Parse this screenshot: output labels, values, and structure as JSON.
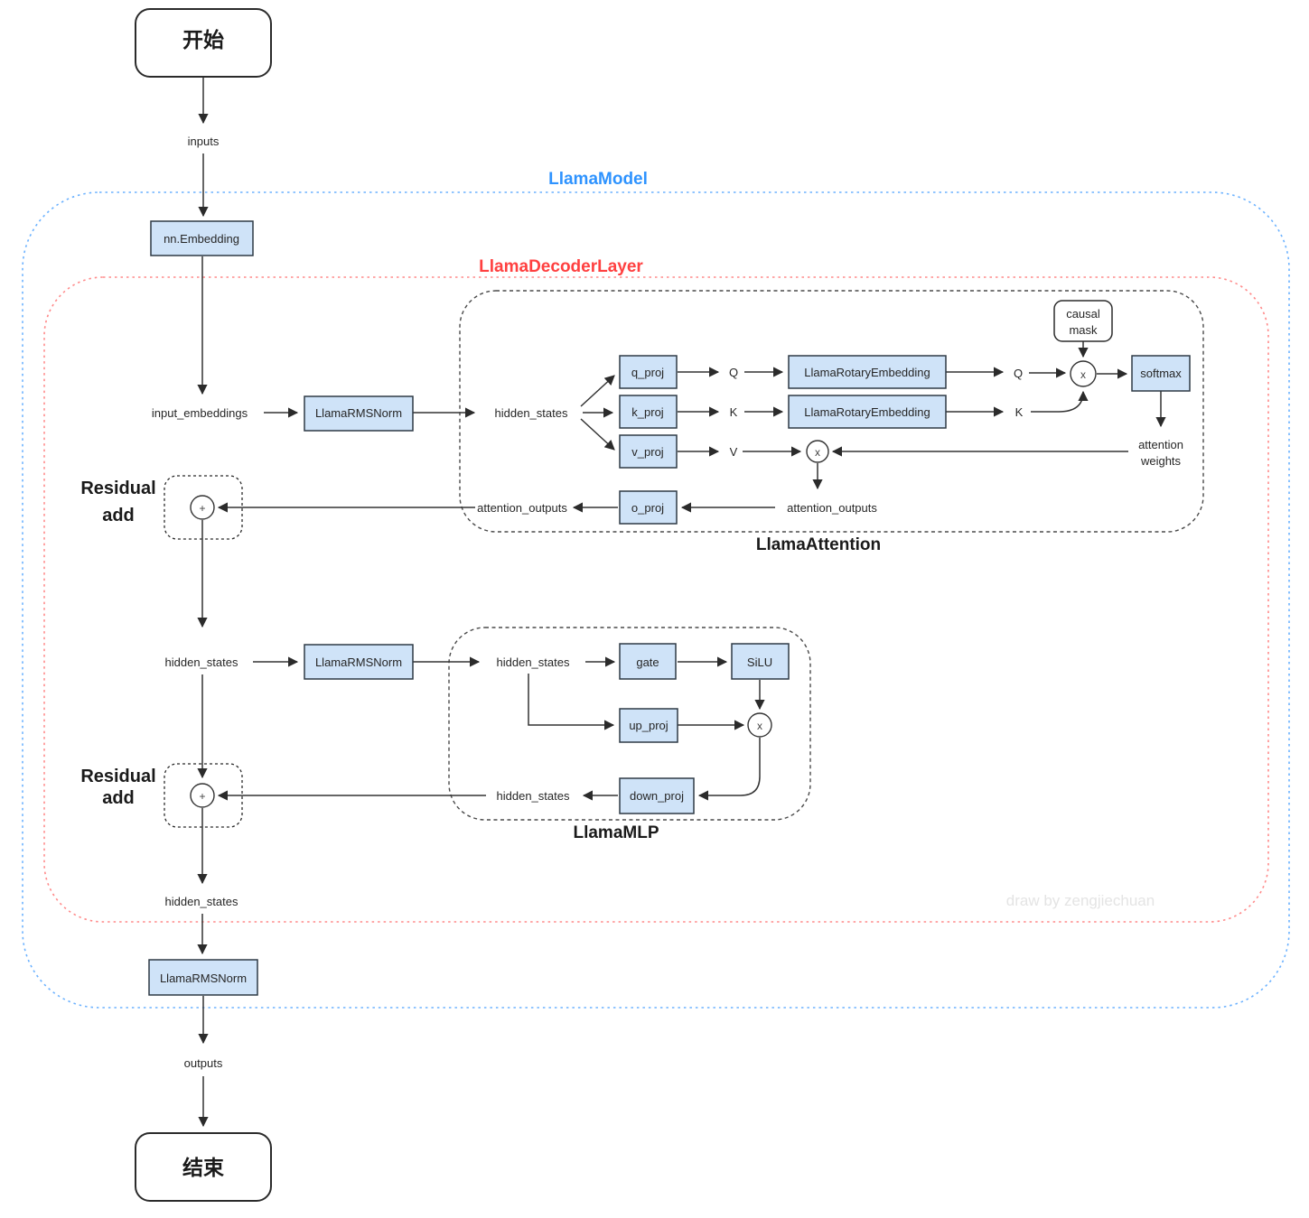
{
  "containers": {
    "model": {
      "label": "LlamaModel"
    },
    "decoder": {
      "label": "LlamaDecoderLayer"
    },
    "attention": {
      "label": "LlamaAttention"
    },
    "mlp": {
      "label": "LlamaMLP"
    }
  },
  "terminals": {
    "start": "开始",
    "end": "结束"
  },
  "nodes": {
    "embedding": "nn.Embedding",
    "rmsnorm1": "LlamaRMSNorm",
    "rmsnorm2": "LlamaRMSNorm",
    "rmsnorm3": "LlamaRMSNorm",
    "q_proj": "q_proj",
    "k_proj": "k_proj",
    "v_proj": "v_proj",
    "o_proj": "o_proj",
    "rotary1": "LlamaRotaryEmbedding",
    "rotary2": "LlamaRotaryEmbedding",
    "softmax": "softmax",
    "causal_mask_line1": "causal",
    "causal_mask_line2": "mask",
    "gate": "gate",
    "silu": "SiLU",
    "up_proj": "up_proj",
    "down_proj": "down_proj"
  },
  "edge_labels": {
    "inputs": "inputs",
    "input_embeddings": "input_embeddings",
    "hidden_states_attn_in": "hidden_states",
    "hidden_states_mlp_in": "hidden_states",
    "hidden_states_mlp_inner": "hidden_states",
    "hidden_states_mlp_out": "hidden_states",
    "hidden_states_final": "hidden_states",
    "q1": "Q",
    "k1": "K",
    "v1": "V",
    "q2": "Q",
    "k2": "K",
    "attention_weights_line1": "attention",
    "attention_weights_line2": "weights",
    "attention_outputs_inner": "attention_outputs",
    "attention_outputs_outer": "attention_outputs",
    "outputs": "outputs"
  },
  "operators": {
    "multiply": "x",
    "add": "+"
  },
  "residual": {
    "line1": "Residual",
    "line2": "add"
  },
  "watermark": "draw by zengjiechuan",
  "colors": {
    "node_fill": "#cfe3f8",
    "node_stroke": "#2e3a45",
    "edge": "#333333",
    "model_border": "#6cb2ff",
    "model_label": "#2e93ff",
    "decoder_border": "#ff8a8a",
    "decoder_label": "#ff4040",
    "watermark": "#e4e4e4"
  }
}
